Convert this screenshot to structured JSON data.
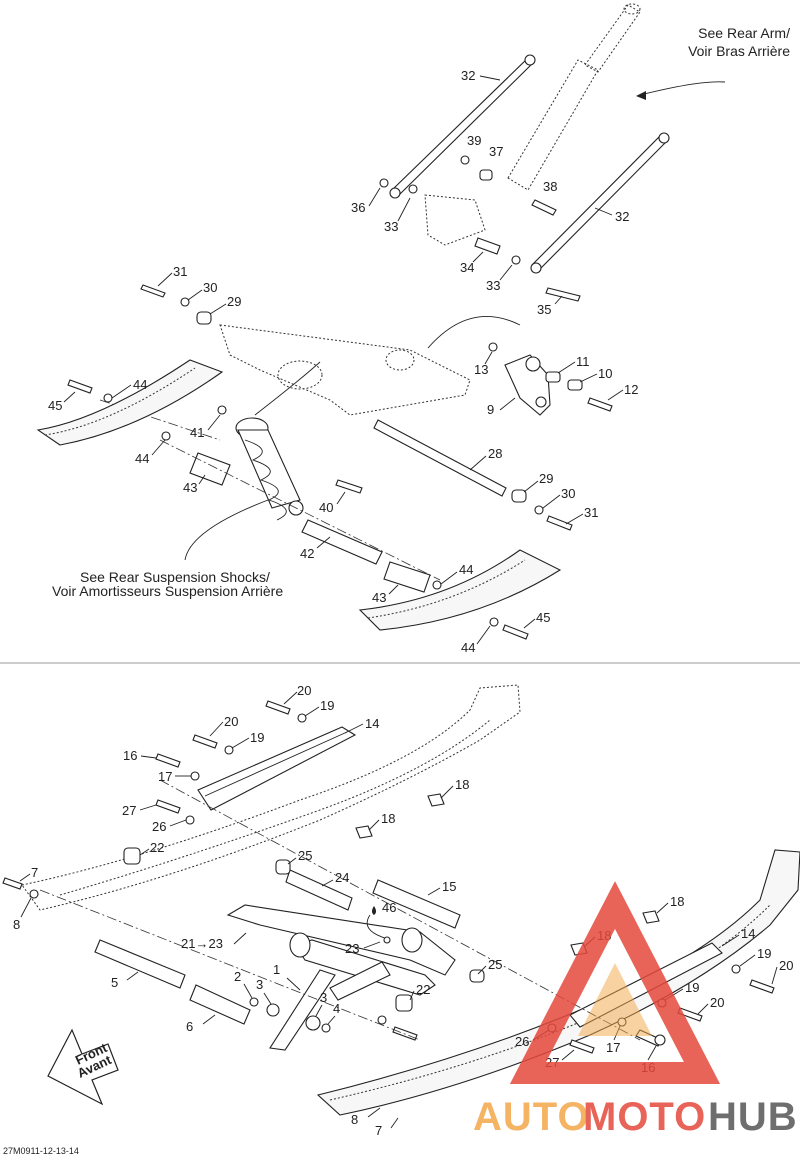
{
  "figure_code": "27M0911-12-13-14",
  "top_notes": {
    "rear_arm": [
      "See Rear Arm/",
      "Voir Bras Arrière"
    ],
    "rear_shocks": [
      "See Rear Suspension Shocks/",
      "Voir Amortisseurs Suspension Arrière"
    ]
  },
  "front_arrow": [
    "Front",
    "Avant"
  ],
  "watermark": {
    "auto": "AUTO",
    "moto": "MOTO",
    "hub": "HUB",
    "color_orange": "#f4a64a",
    "color_red": "#e5483c",
    "color_gray": "#555555"
  },
  "top_labels": [
    "32",
    "39",
    "37",
    "38",
    "36",
    "33",
    "32",
    "34",
    "33",
    "35",
    "31",
    "30",
    "29",
    "13",
    "11",
    "10",
    "12",
    "9",
    "44",
    "45",
    "41",
    "44",
    "28",
    "43",
    "29",
    "30",
    "40",
    "31",
    "42",
    "44",
    "43",
    "45",
    "44"
  ],
  "bottom_labels": [
    "20",
    "19",
    "20",
    "19",
    "14",
    "16",
    "17",
    "18",
    "27",
    "26",
    "18",
    "22",
    "7",
    "8",
    "25",
    "24",
    "15",
    "46",
    "21→23",
    "23",
    "18",
    "18",
    "14",
    "19",
    "20",
    "1",
    "5",
    "2",
    "3",
    "3",
    "4",
    "22",
    "25",
    "6",
    "19",
    "20",
    "26",
    "17",
    "16",
    "27",
    "8",
    "7"
  ]
}
